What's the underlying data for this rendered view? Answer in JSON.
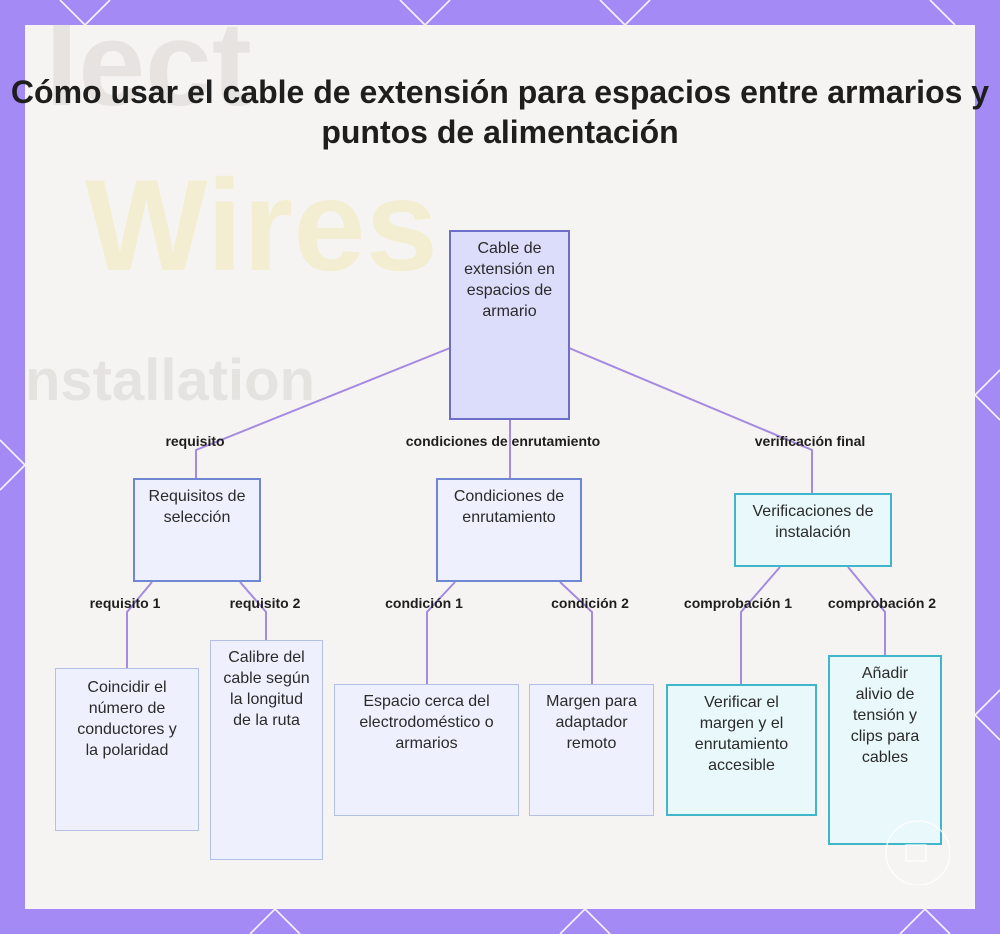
{
  "title": "Cómo usar el cable de extensión para espacios entre armarios y puntos de alimentación",
  "background_text": {
    "line1": "lect",
    "line2": "Wires",
    "line3": "nstallation"
  },
  "colors": {
    "frame": "#a48af5",
    "root_fill": "#dcdcfb",
    "root_border": "#6d6ec9",
    "branch_blue_border": "#6f86d2",
    "branch_cyan_border": "#3fb6c9",
    "connector": "#a48ae0"
  },
  "diagram": {
    "root": "Cable de extensión en espacios de armario",
    "branches": [
      {
        "edge_label": "requisito",
        "label": "Requisitos de selección",
        "children": [
          {
            "edge_label": "requisito 1",
            "label": "Coincidir el número de conductores y la polaridad"
          },
          {
            "edge_label": "requisito 2",
            "label": "Calibre del cable según la longitud de la ruta"
          }
        ]
      },
      {
        "edge_label": "condiciones de enrutamiento",
        "label": "Condiciones de enrutamiento",
        "children": [
          {
            "edge_label": "condición 1",
            "label": "Espacio cerca del electrodoméstico o armarios"
          },
          {
            "edge_label": "condición 2",
            "label": "Margen para adaptador remoto"
          }
        ]
      },
      {
        "edge_label": "verificación final",
        "label": "Verificaciones de instalación",
        "children": [
          {
            "edge_label": "comprobación 1",
            "label": "Verificar el margen y el enrutamiento accesible"
          },
          {
            "edge_label": "comprobación 2",
            "label": "Añadir alivio de tensión y clips para cables"
          }
        ]
      }
    ]
  }
}
